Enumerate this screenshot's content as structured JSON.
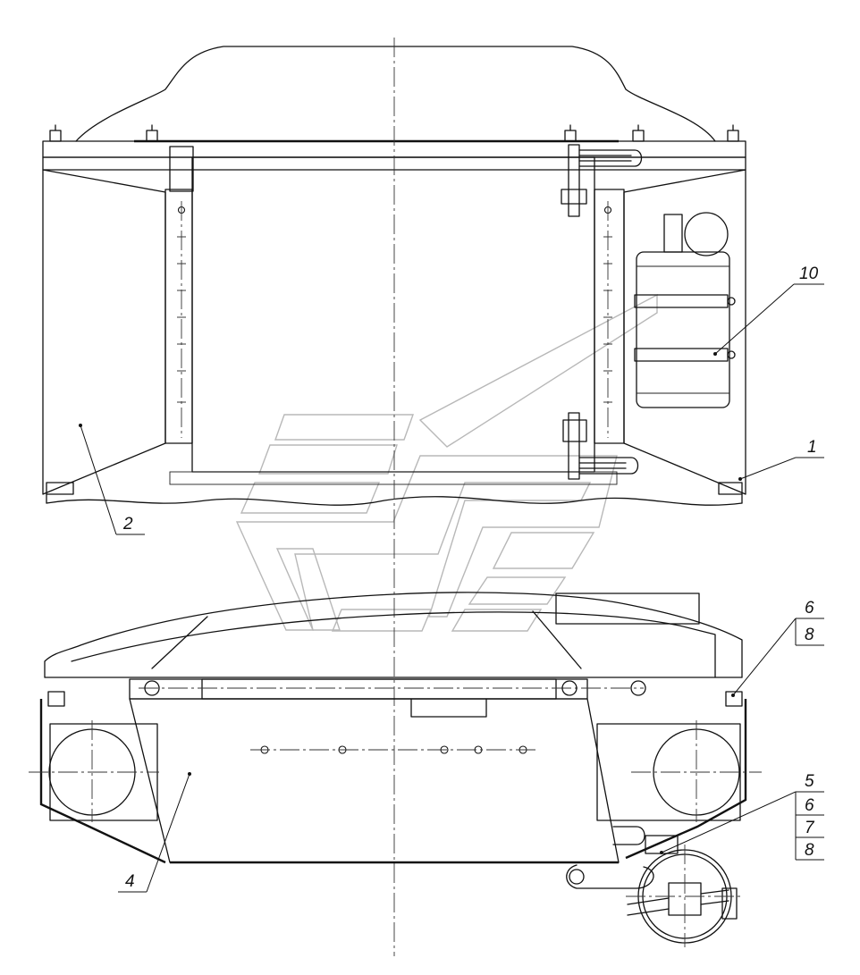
{
  "position_labels": {
    "p1": "1",
    "p2": "2",
    "p4": "4",
    "p5": "5",
    "p6a": "6",
    "p8a": "8",
    "p6b": "6",
    "p7": "7",
    "p8b": "8",
    "p10": "10"
  },
  "colors": {
    "line": "#111111",
    "watermark": "#b8b8b8",
    "background": "#ffffff"
  }
}
